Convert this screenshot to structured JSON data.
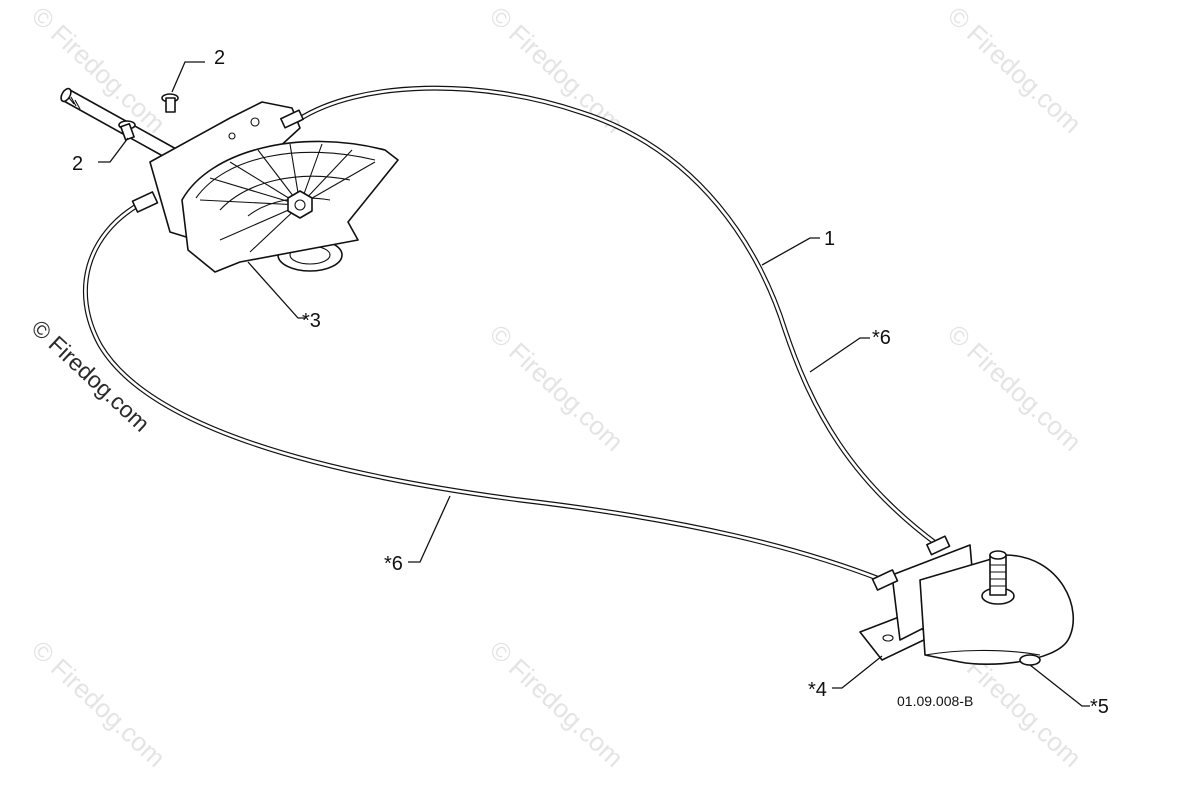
{
  "watermark": {
    "text": "© Firedog.com"
  },
  "callouts": {
    "c1": "1",
    "c2a": "2",
    "c2b": "2",
    "c3": "*3",
    "c4": "*4",
    "c5": "*5",
    "c6a": "*6",
    "c6b": "*6"
  },
  "drawing_code": "01.09.008-B",
  "colors": {
    "line": "#111111",
    "watermark": "#e4e4e4",
    "background": "#ffffff"
  }
}
